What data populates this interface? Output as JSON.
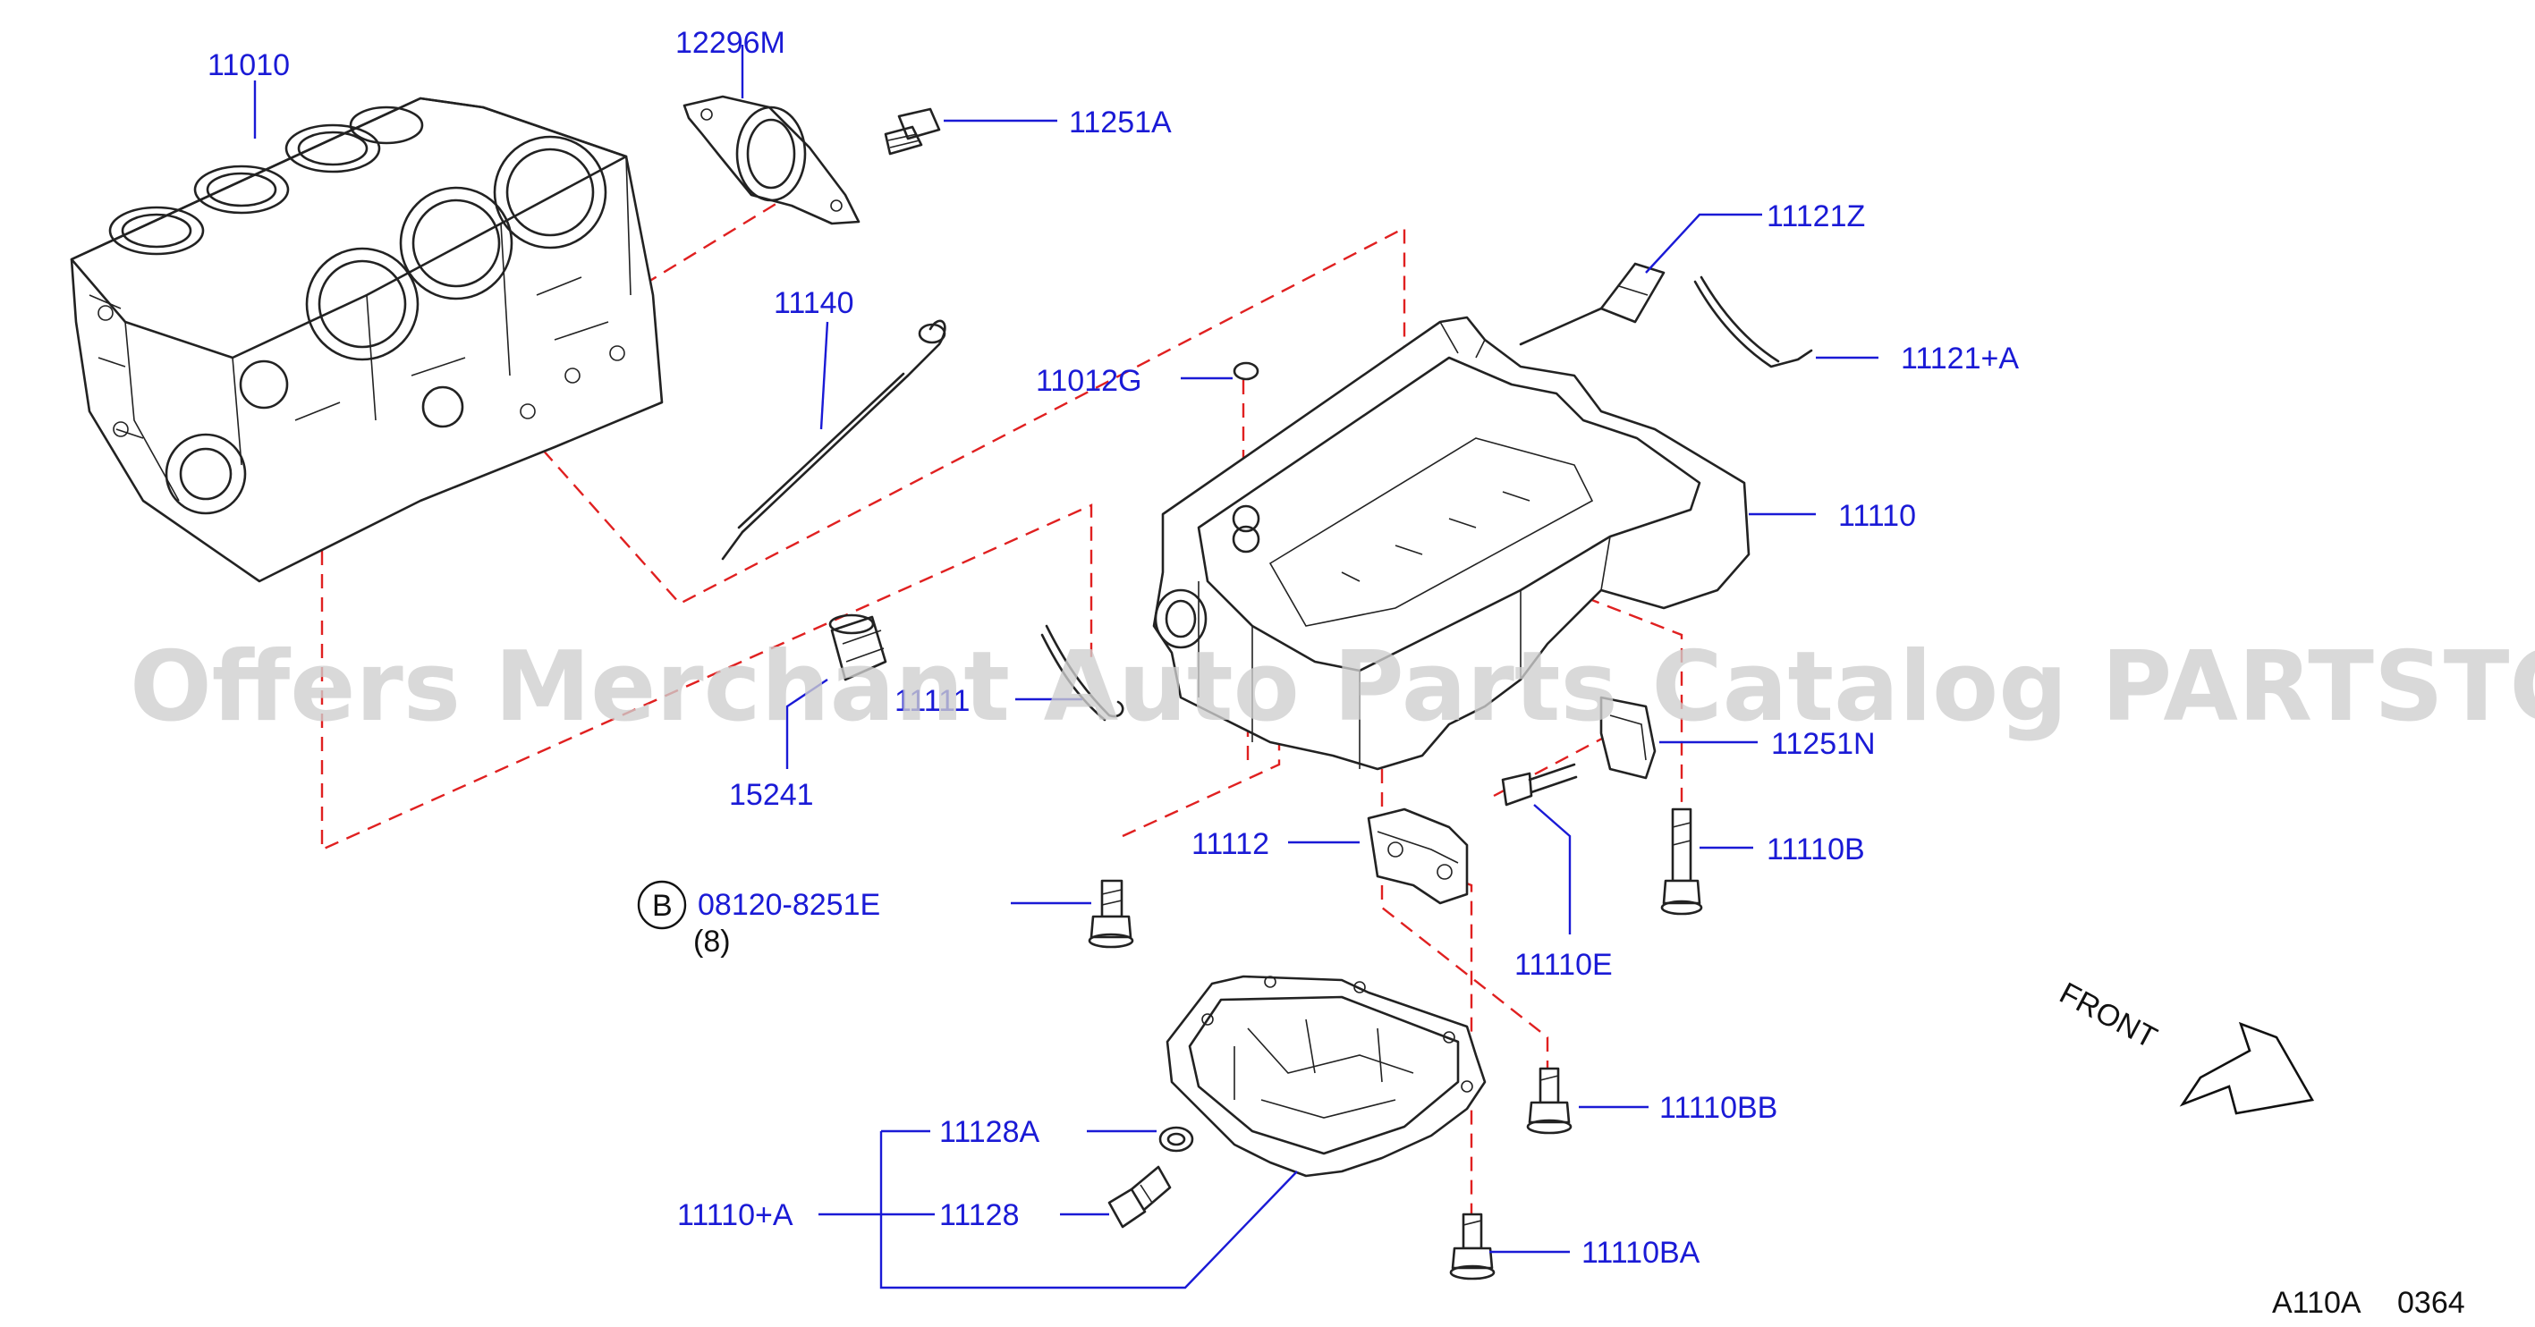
{
  "labels": {
    "p11010": "11010",
    "p12296m": "12296M",
    "p11251a": "11251A",
    "p11121z": "11121Z",
    "p11121a": "11121+A",
    "p11140": "11140",
    "p11012g": "11012G",
    "p11110": "11110",
    "p11111": "11111",
    "p15241": "15241",
    "p11251n": "11251N",
    "p11112": "11112",
    "p11110b": "11110B",
    "p11110e": "11110E",
    "p08120": "08120-8251E",
    "p08120_qty": "(8)",
    "p08120_badge": "B",
    "p11110bb": "11110BB",
    "p11128a": "11128A",
    "p11110a": "11110+A",
    "p11128": "11128",
    "p11110ba": "11110BA"
  },
  "front_label": "FRONT",
  "diagram_code": "A110A",
  "diagram_number": "0364",
  "watermark": "Offers Merchant Auto Parts Catalog PARTSTORE.SA",
  "colors": {
    "label": "#1a1ad6",
    "dashed_line": "#e02020",
    "drawing": "#222222"
  }
}
